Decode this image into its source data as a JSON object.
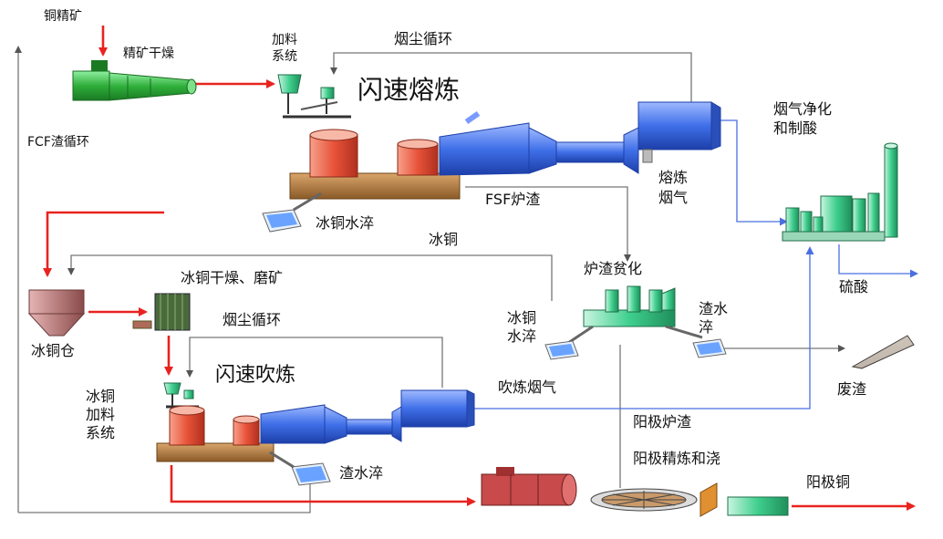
{
  "labels": {
    "copper_concentrate": "铜精矿",
    "concentrate_drying": "精矿干燥",
    "feed_system_1": "加料",
    "feed_system_2": "系统",
    "dust_cycle_top": "烟尘循环",
    "flash_smelting": "闪速熔炼",
    "fcf_slag_cycle": "FCF渣循环",
    "matte_granulation": "冰铜水淬",
    "fsf_slag": "FSF炉渣",
    "smelting_gas_1": "熔炼",
    "smelting_gas_2": "烟气",
    "gas_cleaning_1": "烟气净化",
    "gas_cleaning_2": "和制酸",
    "sulfuric_acid": "硫酸",
    "matte_top": "冰铜",
    "matte_drying_grinding": "冰铜干燥、磨矿",
    "slag_cleaning": "炉渣贫化",
    "matte_bin": "冰铜仓",
    "dust_cycle_mid": "烟尘循环",
    "flash_converting": "闪速吹炼",
    "matte_feed_1": "冰铜",
    "matte_feed_2": "加料",
    "matte_feed_3": "系统",
    "matte_water_1": "冰铜",
    "matte_water_2": "水淬",
    "slag_water_1": "渣水",
    "slag_water_2": "淬",
    "converting_gas": "吹炼烟气",
    "waste_slag": "废渣",
    "anode_slag": "阳极炉渣",
    "slag_granulation": "渣水淬",
    "anode_refining_casting": "阳极精炼和浇",
    "anode_copper": "阳极铜"
  },
  "colors": {
    "red_flow": "#e8231f",
    "blue_flow": "#4a6fe0",
    "grey_flow": "#777777",
    "furnace_blue": "#3f6fe8",
    "furnace_red": "#e8533a",
    "furnace_base": "#b07a3e",
    "dryer_green": "#2fae3a",
    "equipment_green": "#3fcf8e"
  }
}
